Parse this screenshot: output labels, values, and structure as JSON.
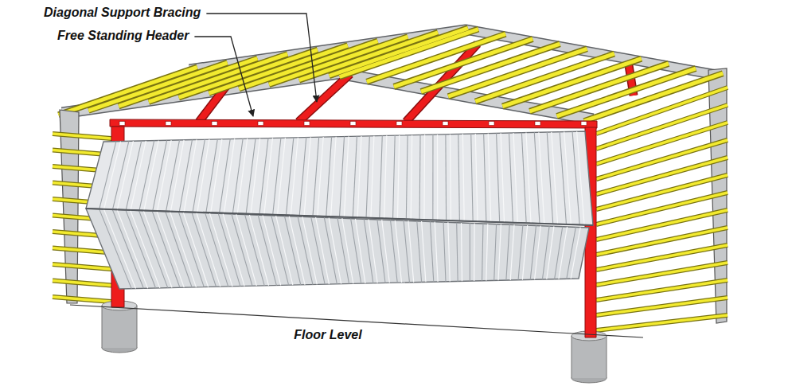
{
  "diagram": {
    "labels": [
      "Diagonal Support Bracing",
      "Free Standing Header",
      "Floor Level"
    ]
  }
}
